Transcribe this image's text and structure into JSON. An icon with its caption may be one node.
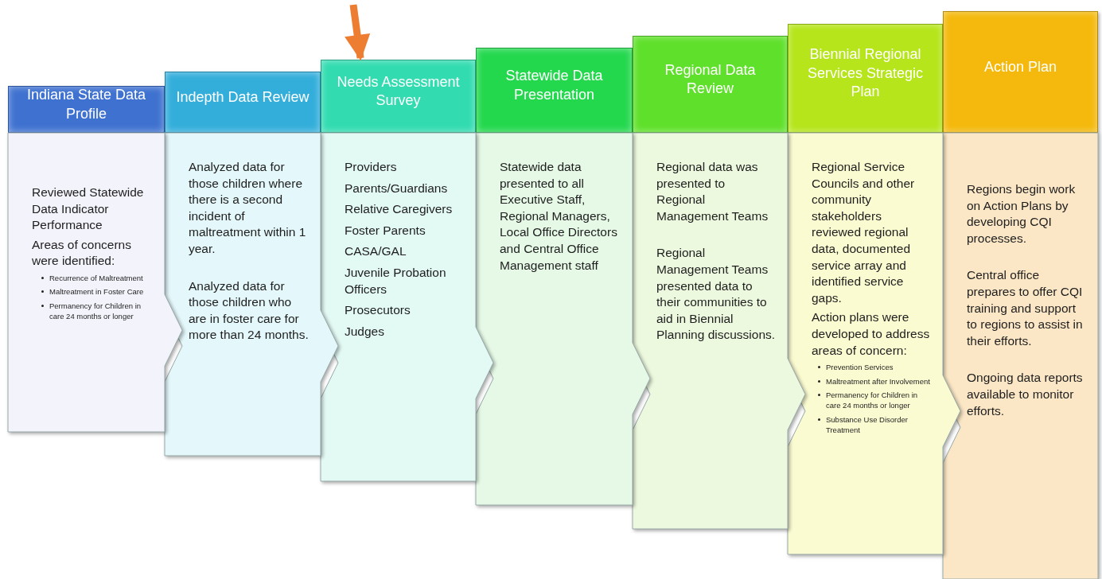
{
  "diagram": {
    "nodes": [
      {
        "text": [
          "Indiana State Data Profile"
        ]
      },
      {
        "text": [
          "Reviewed Statewide Data Indicator Performance",
          "Areas of concerns were identified:",
          "Recurrence of Maltreatment",
          "Maltreatment in Foster Care",
          "Permanency for Children in care 24 months or longer"
        ]
      },
      {
        "text": [
          "Indepth Data Review"
        ]
      },
      {
        "text": [
          "Analyzed data for those children where there is a second incident of maltreatment within 1 year.",
          "Analyzed data for those children who are in foster care for more than 24 months."
        ]
      },
      {
        "text": [
          "Needs Assessment Survey"
        ]
      },
      {
        "text": [
          "Providers",
          "Parents/Guardians",
          "Relative Caregivers",
          "Foster Parents",
          "CASA/GAL",
          "Juvenile Probation Officers",
          "Prosecutors",
          "Judges"
        ]
      },
      {
        "text": [
          "Statewide Data Presentation"
        ]
      },
      {
        "text": [
          "Statewide data presented to all Executive Staff, Regional Managers, Local Office Directors and Central Office Management staff"
        ]
      },
      {
        "text": [
          "Regional Data Review"
        ]
      },
      {
        "text": [
          "Regional data was presented to Regional Management Teams",
          "Regional Management Teams presented data to their communities to aid in Biennial Planning discussions."
        ]
      },
      {
        "text": [
          "Biennial Regional Services Strategic Plan"
        ]
      },
      {
        "text": [
          "Regional Service Councils and other community stakeholders reviewed regional data, documented service array and identified service gaps.",
          "Action plans were developed to address areas of concern:",
          "Prevention Services",
          "Maltreatment after Involvement",
          "Permanency for Children in care 24 months or longer",
          "Substance Use Disorder Treatment"
        ]
      },
      {
        "text": [
          "Action Plan"
        ]
      },
      {
        "text": [
          "Regions begin work on Action Plans by developing CQI processes.",
          "Central office prepares to offer CQI training and support to regions to assist in their efforts.",
          "Ongoing data reports available to monitor efforts."
        ]
      }
    ],
    "edges": [
      {
        "from": null,
        "to": 4,
        "arrow": "to",
        "color": "#ed7d31"
      }
    ]
  }
}
